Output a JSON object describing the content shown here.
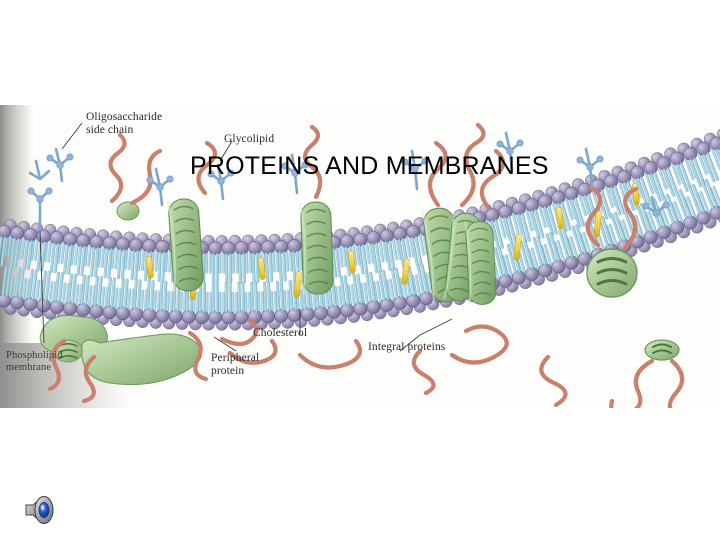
{
  "slide": {
    "title": "PROTEINS AND MEMBRANES",
    "background_color": "#ffffff"
  },
  "figure": {
    "alt_name": "cell-membrane-fluid-mosaic-diagram",
    "labels": [
      {
        "id": "oligosaccharide",
        "text": "Oligosaccharide\nside chain"
      },
      {
        "id": "glycolipid",
        "text": "Glycolipid"
      },
      {
        "id": "phospholipid_membrane",
        "text": "Phospholipid\nmembrane"
      },
      {
        "id": "peripheral_protein",
        "text": "Peripheral\nprotein"
      },
      {
        "id": "cholesterol",
        "text": "Cholesterol"
      },
      {
        "id": "integral_proteins",
        "text": "Integral proteins"
      }
    ],
    "colors": {
      "phospholipid_head": "#8b84a8",
      "phospholipid_tail": "#a8d5e2",
      "protein_green": "#9cc08a",
      "carbohydrate_chain": "#c9806c",
      "cholesterol_yellow": "#f2d44a",
      "glycoprotein_blue": "#7ea6cf",
      "paper": "#fdfdfb"
    }
  },
  "media": {
    "sound_icon_label": "speaker-icon"
  }
}
